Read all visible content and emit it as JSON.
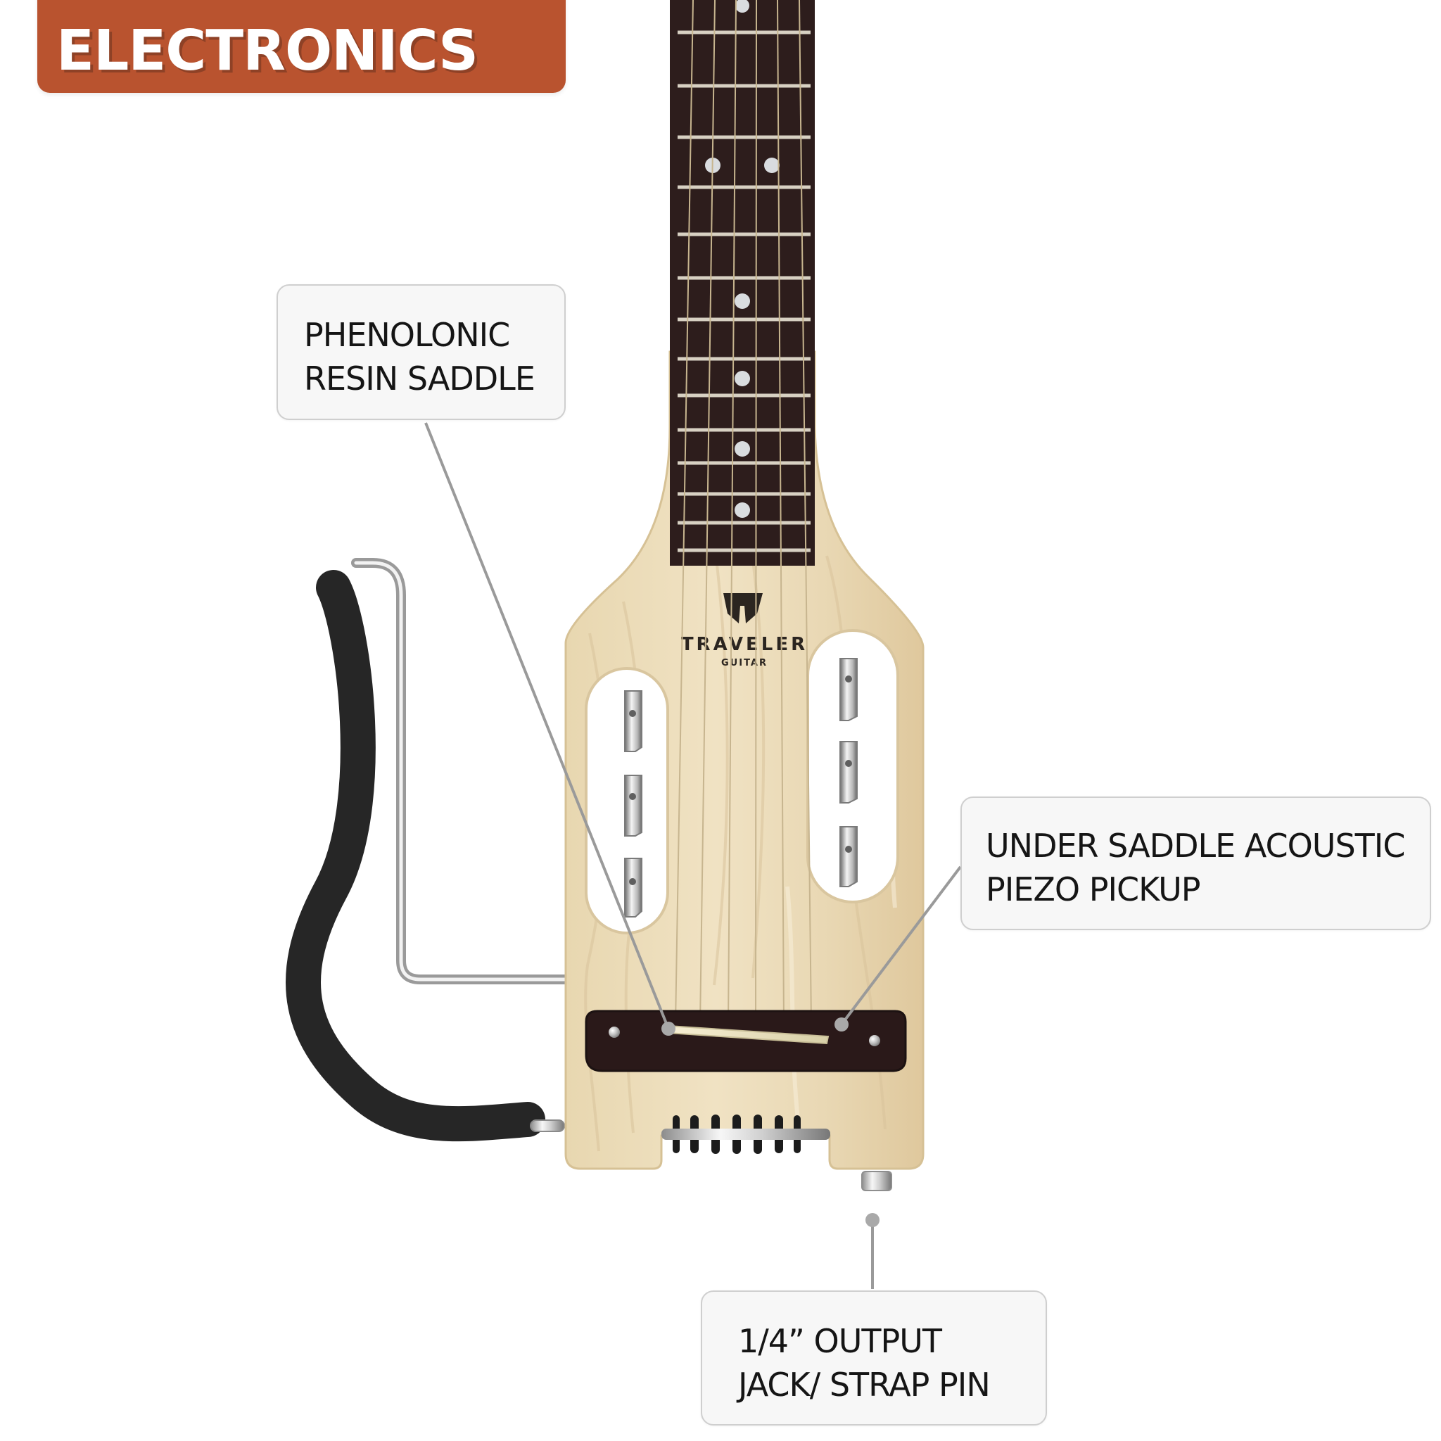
{
  "header": {
    "title": "ELECTRONICS",
    "banner_color": "#b9532f"
  },
  "product": {
    "brand_main": "TRAVELER",
    "brand_sub": "GUITAR",
    "wood_color": "#eadbb9",
    "fretboard_color": "#2d1d1c",
    "leg_rest_color": "#282828",
    "metal_color": "#c8c8c8"
  },
  "callouts": {
    "saddle": {
      "line1": "PHENOLONIC",
      "line2": "RESIN SADDLE"
    },
    "pickup": {
      "line1": "UNDER SADDLE ACOUSTIC",
      "line2": "PIEZO PICKUP"
    },
    "output": {
      "line1": "1/4” OUTPUT",
      "line2": "JACK/ STRAP PIN"
    }
  },
  "icons": {
    "guitar": "guitar-icon",
    "logo": "traveler-logo-icon"
  }
}
